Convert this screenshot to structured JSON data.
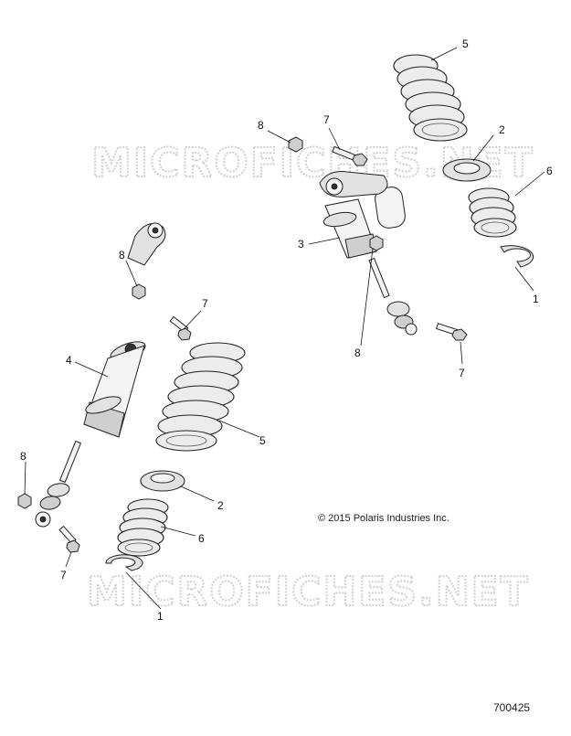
{
  "watermark": "MICROFICHES.NET",
  "copyright": "© 2015 Polaris Industries Inc.",
  "figure_number": "700425",
  "callouts": {
    "right_spring_upper": "5",
    "right_shock_bolt": "7",
    "right_shock_nut_top": "8",
    "right_spacer": "2",
    "right_spring_lower": "6",
    "right_shock": "3",
    "right_retainer": "1",
    "right_shock_nut_bottom": "8",
    "right_shock_bolt_bottom": "7",
    "left_shock_nut_top": "8",
    "left_shock_bolt_top": "7",
    "left_shock": "4",
    "left_spring_upper": "5",
    "left_shock_nut_bottom": "8",
    "left_spacer": "2",
    "left_spring_lower": "6",
    "left_shock_bolt_bottom": "7",
    "left_retainer": "1"
  }
}
